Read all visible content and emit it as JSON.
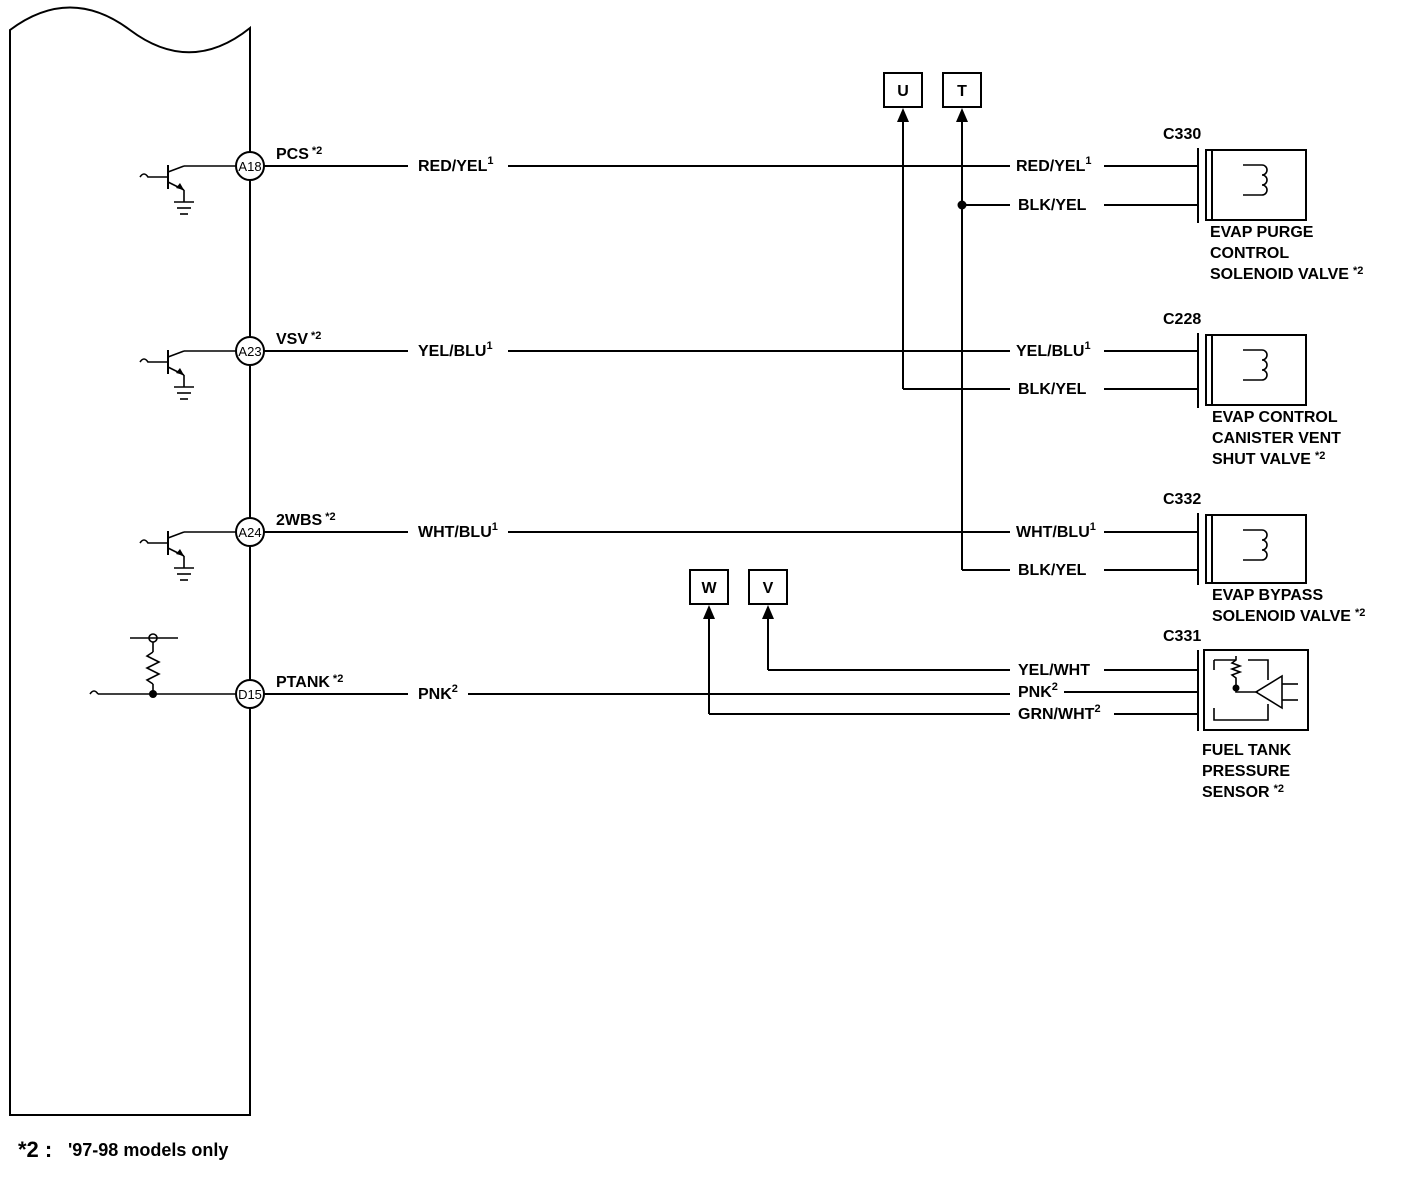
{
  "terminals": [
    {
      "id": "A18",
      "signal": "PCS",
      "mark": "*2",
      "wire": "RED/YEL",
      "wire_sup": "1"
    },
    {
      "id": "A23",
      "signal": "VSV",
      "mark": "*2",
      "wire": "YEL/BLU",
      "wire_sup": "1"
    },
    {
      "id": "A24",
      "signal": "2WBS",
      "mark": "*2",
      "wire": "WHT/BLU",
      "wire_sup": "1"
    },
    {
      "id": "D15",
      "signal": "PTANK",
      "mark": "*2",
      "wire": "PNK",
      "wire_sup": "2"
    }
  ],
  "references": [
    "U",
    "T",
    "W",
    "V"
  ],
  "components": [
    {
      "connector": "C330",
      "name": [
        "EVAP PURGE",
        "CONTROL",
        "SOLENOID VALVE"
      ],
      "mark": "*2",
      "wires": [
        {
          "label": "RED/YEL",
          "sup": "1"
        },
        {
          "label": "BLK/YEL",
          "sup": ""
        }
      ]
    },
    {
      "connector": "C228",
      "name": [
        "EVAP CONTROL",
        "CANISTER VENT",
        "SHUT VALVE"
      ],
      "mark": "*2",
      "wires": [
        {
          "label": "YEL/BLU",
          "sup": "1"
        },
        {
          "label": "BLK/YEL",
          "sup": ""
        }
      ]
    },
    {
      "connector": "C332",
      "name": [
        "EVAP BYPASS",
        "SOLENOID VALVE"
      ],
      "mark": "*2",
      "wires": [
        {
          "label": "WHT/BLU",
          "sup": "1"
        },
        {
          "label": "BLK/YEL",
          "sup": ""
        }
      ]
    },
    {
      "connector": "C331",
      "name": [
        "FUEL TANK",
        "PRESSURE",
        "SENSOR"
      ],
      "mark": "*2",
      "wires": [
        {
          "label": "YEL/WHT",
          "sup": ""
        },
        {
          "label": "PNK",
          "sup": "2"
        },
        {
          "label": "GRN/WHT",
          "sup": "2"
        }
      ]
    }
  ],
  "footnote": {
    "mark": "*2 :",
    "text": "'97-98 models only"
  }
}
